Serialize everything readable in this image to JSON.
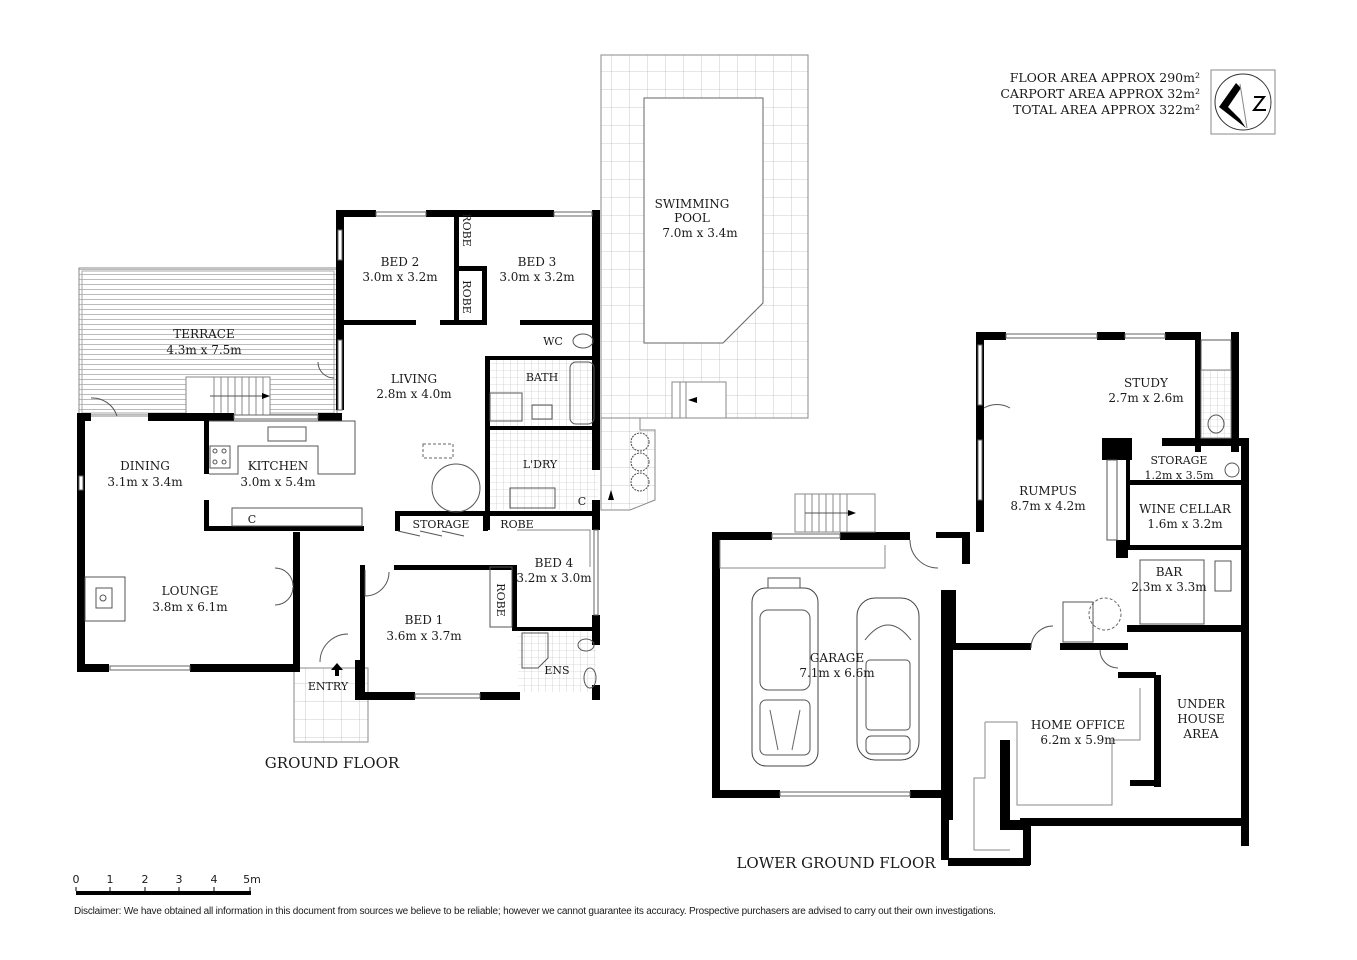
{
  "area_summary": {
    "floor_area": "FLOOR AREA APPROX 290m²",
    "carport_area": "CARPORT AREA APPROX 32m²",
    "total_area": "TOTAL AREA APPROX 322m²"
  },
  "logo": {
    "icon": "lz-logo",
    "letters": "LZ"
  },
  "ground_floor": {
    "title": "GROUND FLOOR",
    "rooms": {
      "terrace": {
        "name": "TERRACE",
        "size": "4.3m x 7.5m"
      },
      "dining": {
        "name": "DINING",
        "size": "3.1m x 3.4m"
      },
      "kitchen": {
        "name": "KITCHEN",
        "size": "3.0m x 5.4m"
      },
      "lounge": {
        "name": "LOUNGE",
        "size": "3.8m x 6.1m"
      },
      "living": {
        "name": "LIVING",
        "size": "2.8m x 4.0m"
      },
      "bed2": {
        "name": "BED 2",
        "size": "3.0m x 3.2m"
      },
      "bed3": {
        "name": "BED 3",
        "size": "3.0m x 3.2m"
      },
      "bed1": {
        "name": "BED 1",
        "size": "3.6m x 3.7m"
      },
      "bed4": {
        "name": "BED 4",
        "size": "3.2m x 3.0m"
      },
      "swimming_pool": {
        "name_line1": "SWIMMING",
        "name_line2": "POOL",
        "size": "7.0m x 3.4m"
      },
      "robe_a": "ROBE",
      "robe_b": "ROBE",
      "robe_c": "ROBE",
      "robe_d": "ROBE",
      "wc": "WC",
      "bath": "BATH",
      "laundry": "L'DRY",
      "storage": "STORAGE",
      "ens": "ENS",
      "entry": "ENTRY",
      "cupboard_kitchen": "C",
      "cupboard_laundry": "C"
    }
  },
  "lower_ground_floor": {
    "title": "LOWER GROUND FLOOR",
    "rooms": {
      "garage": {
        "name": "GARAGE",
        "size": "7.1m x 6.6m"
      },
      "rumpus": {
        "name": "RUMPUS",
        "size": "8.7m x 4.2m"
      },
      "study": {
        "name": "STUDY",
        "size": "2.7m x 2.6m"
      },
      "storage": {
        "name": "STORAGE",
        "size": "1.2m x 3.5m"
      },
      "wine_cellar": {
        "name": "WINE CELLAR",
        "size": "1.6m x 3.2m"
      },
      "bar": {
        "name": "BAR",
        "size": "2.3m x 3.3m"
      },
      "home_office": {
        "name": "HOME OFFICE",
        "size": "6.2m x 5.9m"
      },
      "under_house": {
        "line1": "UNDER",
        "line2": "HOUSE",
        "line3": "AREA"
      }
    }
  },
  "scale_bar": {
    "ticks": [
      "0",
      "1",
      "2",
      "3",
      "4",
      "5m"
    ]
  },
  "disclaimer": "Disclaimer: We have obtained all information in this document from sources we believe to be reliable; however we cannot guarantee its accuracy. Prospective purchasers are advised to carry out their own investigations."
}
